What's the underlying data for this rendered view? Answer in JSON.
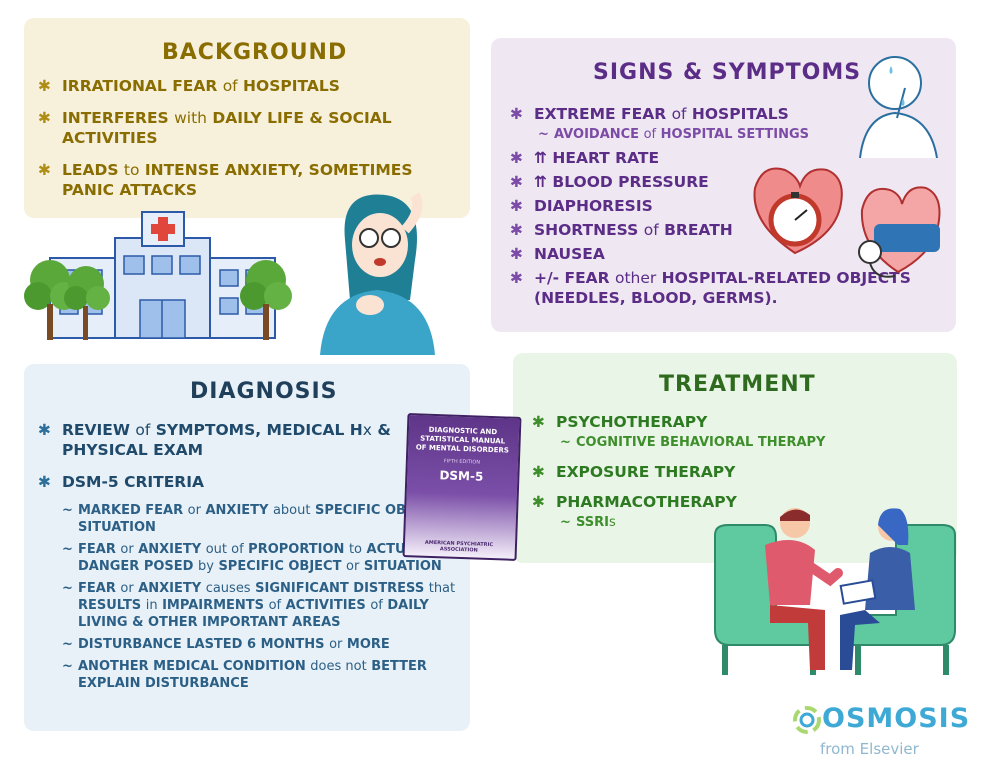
{
  "background": {
    "title": "BACKGROUND",
    "items": [
      [
        "IRRATIONAL FEAR ",
        "of",
        " HOSPITALS"
      ],
      [
        "INTERFERES ",
        "with",
        " DAILY LIFE & SOCIAL ACTIVITIES"
      ],
      [
        "LEADS ",
        "to",
        " INTENSE ANXIETY, SOMETIMES PANIC ATTACKS"
      ]
    ]
  },
  "signs": {
    "title": "SIGNS & SYMPTOMS",
    "items": {
      "0": {
        "a": "EXTREME FEAR ",
        "b": "of",
        "c": " HOSPITALS",
        "sub_a": "AVOIDANCE ",
        "sub_b": "of",
        "sub_c": " HOSPITAL SETTINGS"
      },
      "1": "⇈ HEART RATE",
      "2": "⇈ BLOOD PRESSURE",
      "3": "DIAPHORESIS",
      "4": {
        "a": "SHORTNESS ",
        "b": "of",
        "c": " BREATH"
      },
      "5": "NAUSEA",
      "6": {
        "a": "+/- FEAR ",
        "b": "other",
        "c": " HOSPITAL-RELATED OBJECTS (NEEDLES, BLOOD, GERMS)."
      }
    }
  },
  "diagnosis": {
    "title": "DIAGNOSIS",
    "item0": {
      "a": "REVIEW ",
      "b": "of",
      "c": " SYMPTOMS, MEDICAL H",
      "d": "x",
      "e": " & PHYSICAL EXAM"
    },
    "item1": "DSM-5 CRITERIA",
    "criteria": {
      "0": {
        "a": "MARKED FEAR ",
        "b": "or",
        "c": " ANXIETY ",
        "d": "about",
        "e": " SPECIFIC OBJECT ",
        "f": "or",
        "g": " SITUATION"
      },
      "1": {
        "a": "FEAR ",
        "b": "or",
        "c": " ANXIETY ",
        "d": "out of",
        "e": " PROPORTION ",
        "f": "to",
        "g": " ACTUAL DANGER POSED ",
        "h": "by",
        "i": " SPECIFIC OBJECT ",
        "j": "or",
        "k": " SITUATION"
      },
      "2": {
        "a": "FEAR ",
        "b": "or",
        "c": " ANXIETY ",
        "d": "causes",
        "e": " SIGNIFICANT DISTRESS ",
        "f": "that",
        "g": " RESULTS ",
        "h": "in",
        "i": " IMPAIRMENTS ",
        "j": "of",
        "k": " ACTIVITIES ",
        "l": "of",
        "m": " DAILY LIVING & OTHER IMPORTANT AREAS"
      },
      "3": {
        "a": "DISTURBANCE LASTED 6 MONTHS ",
        "b": "or",
        "c": " MORE"
      },
      "4": {
        "a": "ANOTHER MEDICAL CONDITION ",
        "b": "does not",
        "c": " BETTER EXPLAIN DISTURBANCE"
      }
    }
  },
  "treatment": {
    "title": "TREATMENT",
    "items": {
      "0": "PSYCHOTHERAPY",
      "0_sub": "COGNITIVE BEHAVIORAL THERAPY",
      "1": "EXPOSURE THERAPY",
      "2": "PHARMACOTHERAPY",
      "2_sub_a": "SSRI",
      "2_sub_b": "s"
    }
  },
  "book": {
    "title": "DIAGNOSTIC AND STATISTICAL MANUAL OF MENTAL DISORDERS",
    "edition": "FIFTH EDITION",
    "short": "DSM-5",
    "publisher": "AMERICAN PSYCHIATRIC ASSOCIATION"
  },
  "logo": {
    "name": "OSMOSIS",
    "sub": "from Elsevier"
  },
  "colors": {
    "background_panel": "#f7f1dc",
    "signs_panel": "#efe8f3",
    "diagnosis_panel": "#e8f1f7",
    "treatment_panel": "#e9f5e6"
  }
}
